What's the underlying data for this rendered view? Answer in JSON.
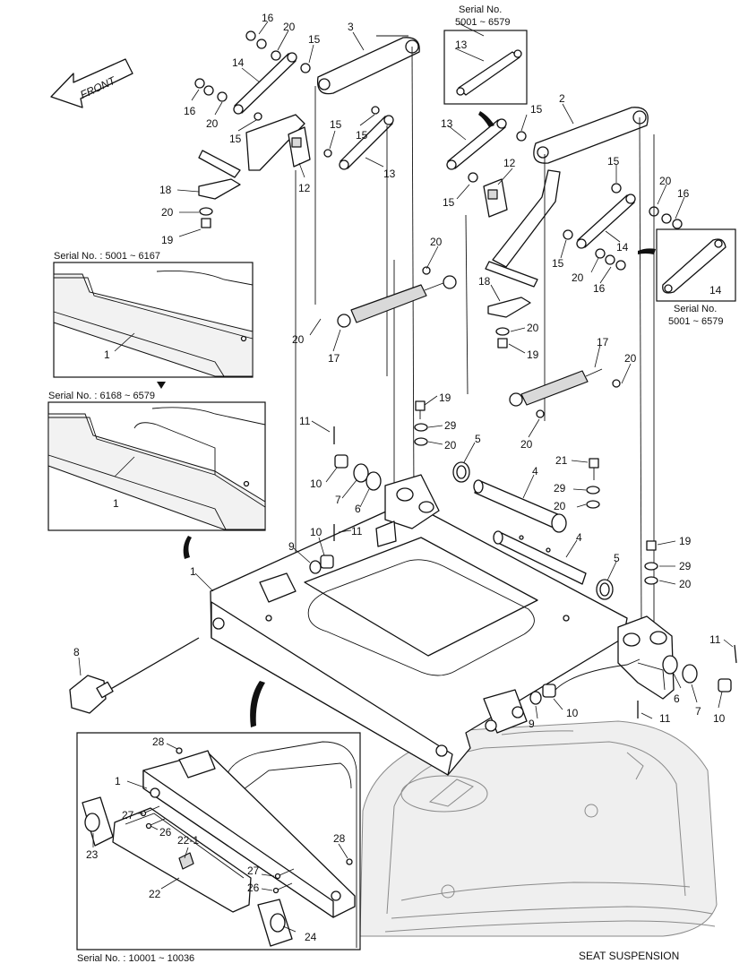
{
  "diagram": {
    "title": "SEAT SUSPENSION",
    "front_label": "FRONT",
    "serial_notes": {
      "top_inset": "Serial No.\n5001 ~ 6579",
      "top_inset_line1": "Serial No.",
      "top_inset_line2": "5001 ~ 6579",
      "right_inset_line1": "Serial No.",
      "right_inset_line2": "5001 ~ 6579",
      "inset_a": "Serial No. : 5001 ~ 6167",
      "inset_b": "Serial No. : 6168 ~ 6579",
      "inset_c": "Serial No. : 10001 ~ 10036"
    },
    "callouts": [
      "1",
      "2",
      "3",
      "4",
      "5",
      "6",
      "7",
      "8",
      "9",
      "10",
      "11",
      "12",
      "13",
      "14",
      "15",
      "16",
      "17",
      "18",
      "19",
      "20",
      "21",
      "22",
      "22-1",
      "23",
      "24",
      "26",
      "27",
      "28",
      "29"
    ]
  }
}
